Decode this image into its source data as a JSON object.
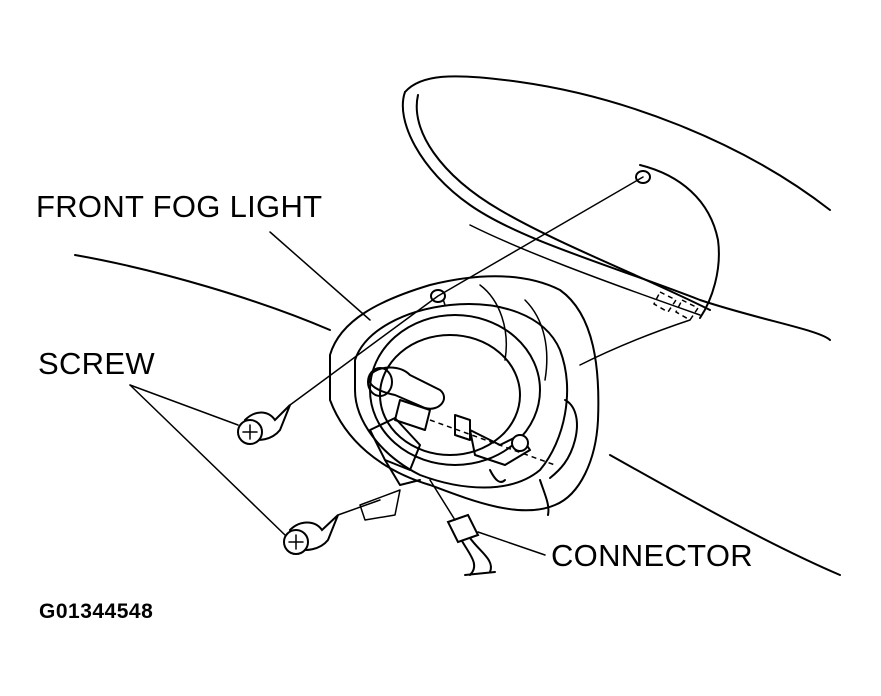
{
  "labels": {
    "front_fog_light": "FRONT FOG LIGHT",
    "screw": "SCREW",
    "connector": "CONNECTOR",
    "figure_id": "G01344548"
  }
}
